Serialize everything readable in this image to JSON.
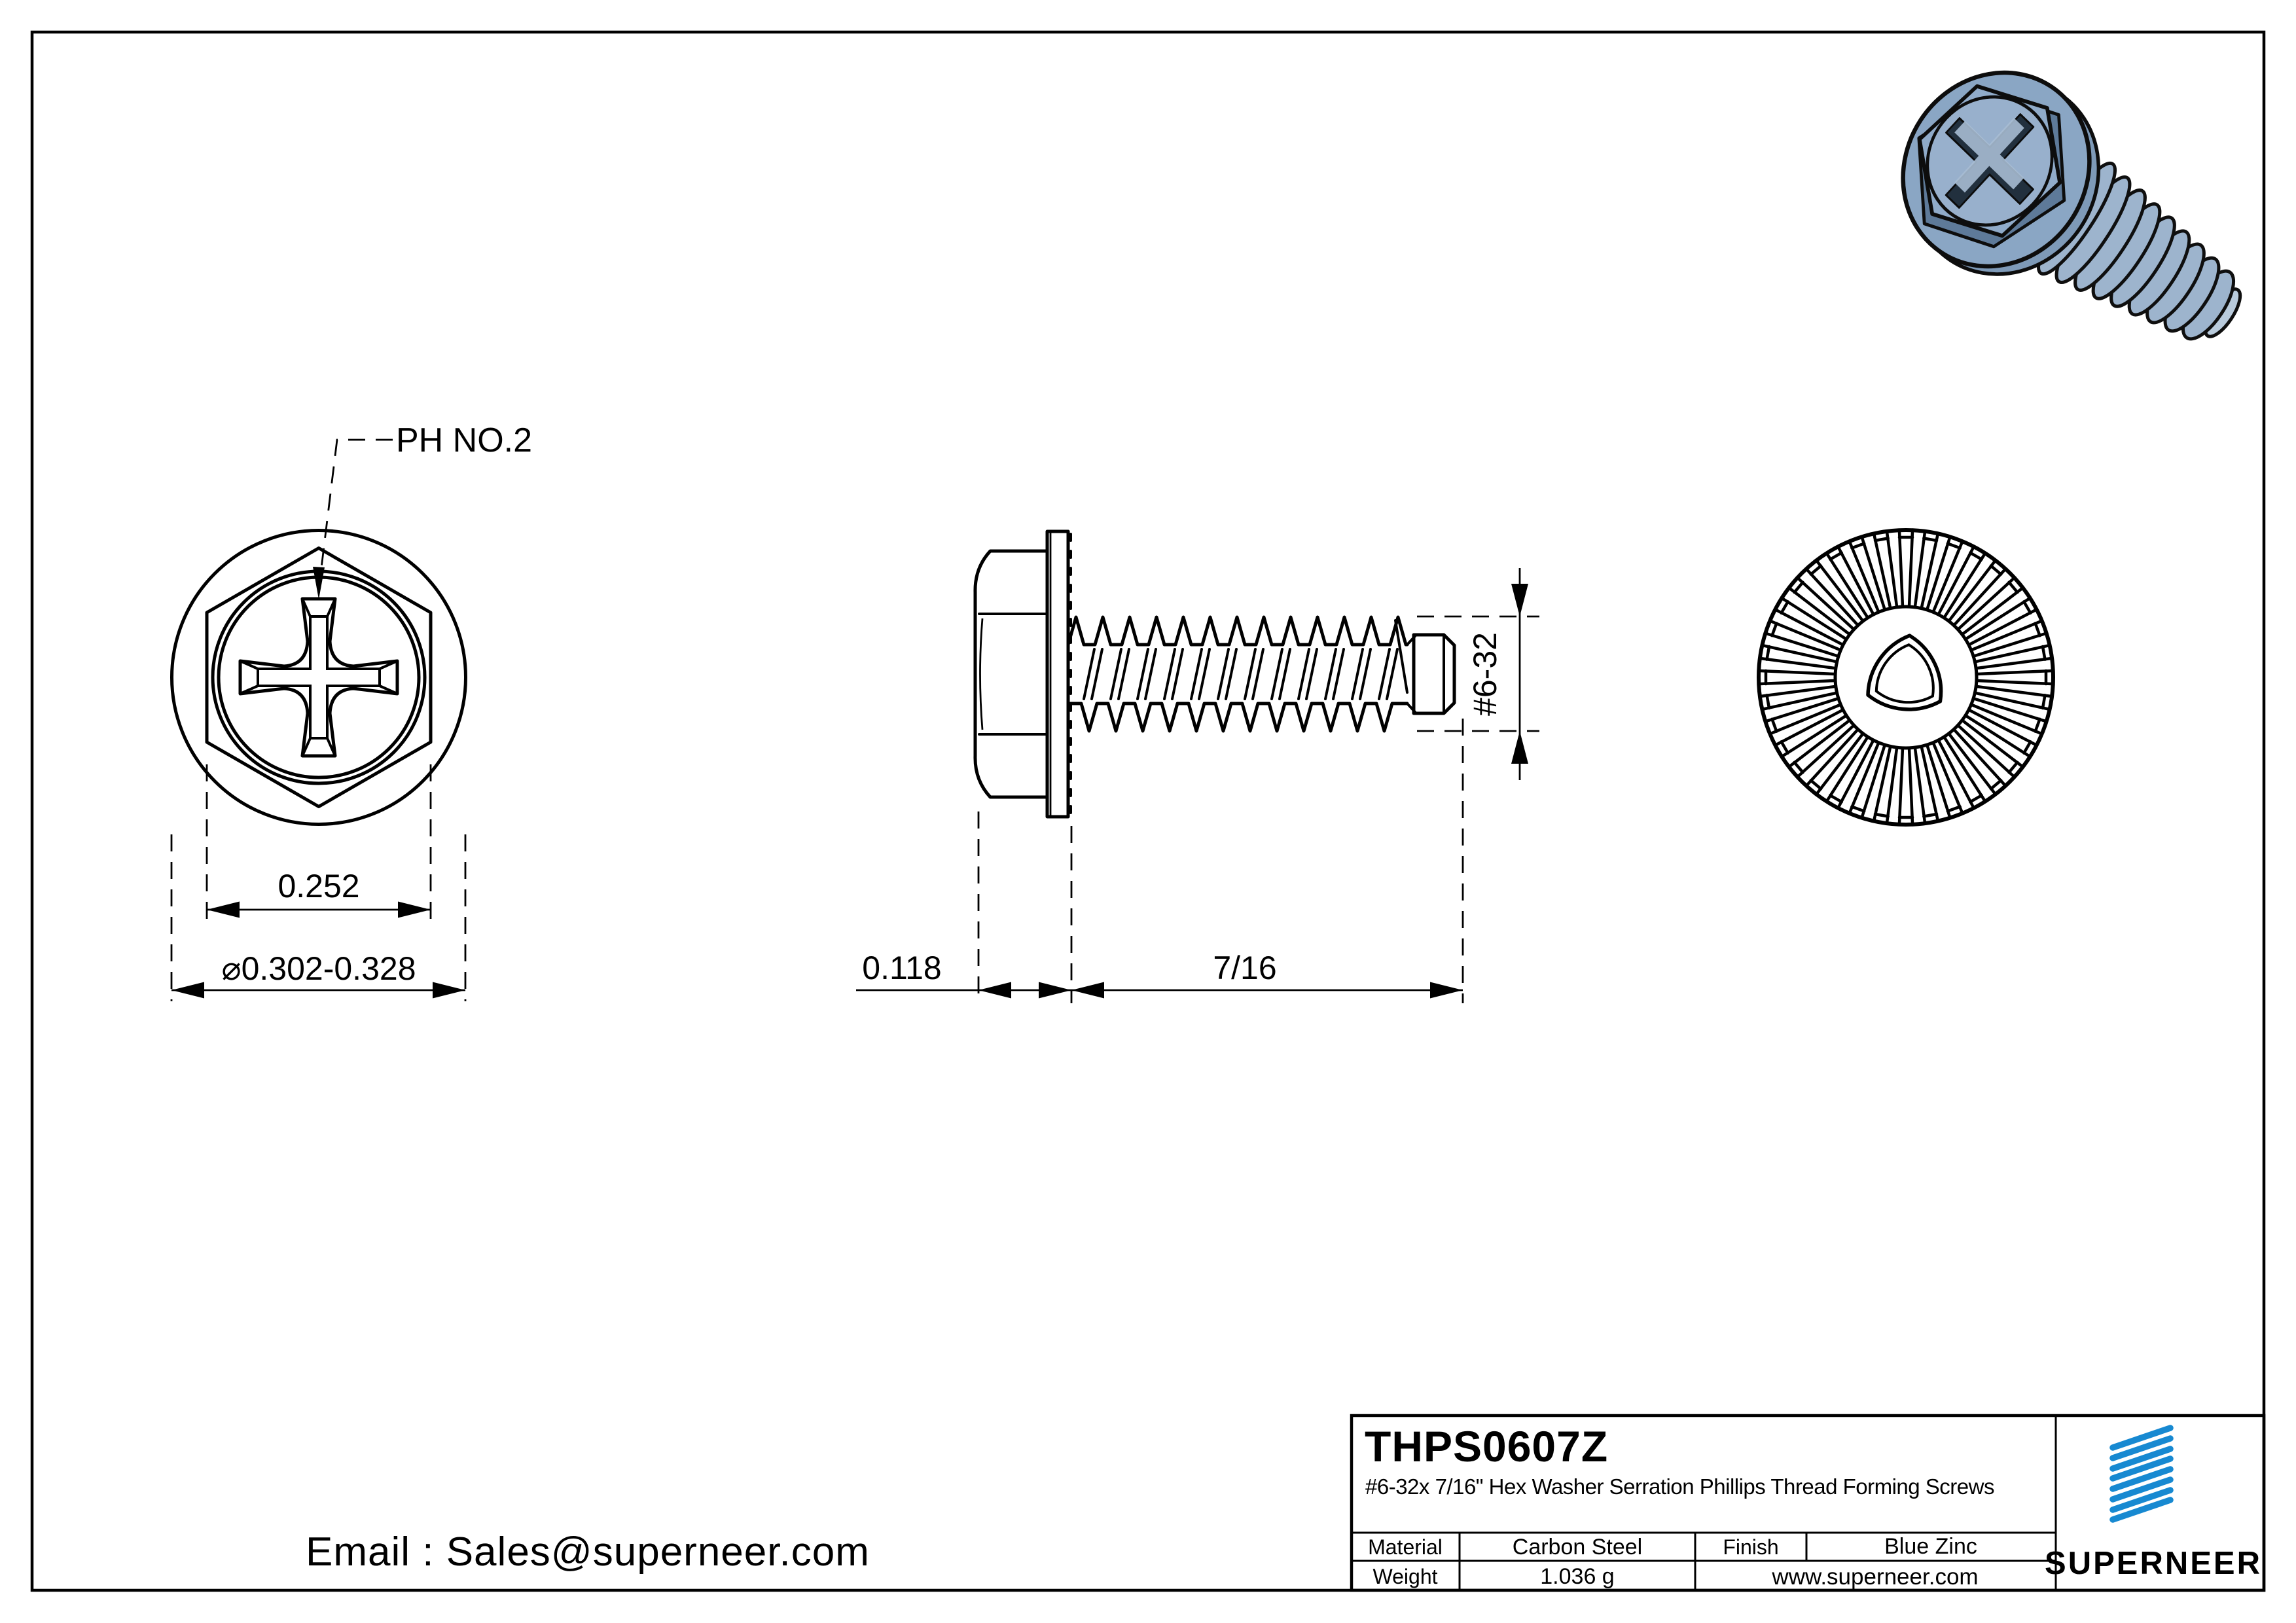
{
  "front_view": {
    "callout": "PH NO.2",
    "width_dim": "0.252",
    "diameter_dim": "⌀0.302-0.328"
  },
  "side_view": {
    "head_height_dim": "0.118",
    "length_dim": "7/16",
    "thread_callout": "#6-32"
  },
  "contact": {
    "email": "Email : Sales@superneer.com"
  },
  "title_block": {
    "part_number": "THPS0607Z",
    "description": "#6-32x 7/16\" Hex Washer Serration Phillips Thread Forming  Screws",
    "material_label": "Material",
    "material_value": "Carbon Steel",
    "finish_label": "Finish",
    "finish_value": "Blue Zinc",
    "weight_label": "Weight",
    "weight_value": "1.036 g",
    "website": "www.superneer.com",
    "brand": "SUPERNEER",
    "brand_color": "#1789d1",
    "link_color": "#1789d1"
  },
  "render_3d": {
    "body_color": "#8aa6c4",
    "ring_color": "#9db4cd",
    "light_color": "#b9cbdc",
    "recess_color": "#22303e"
  }
}
